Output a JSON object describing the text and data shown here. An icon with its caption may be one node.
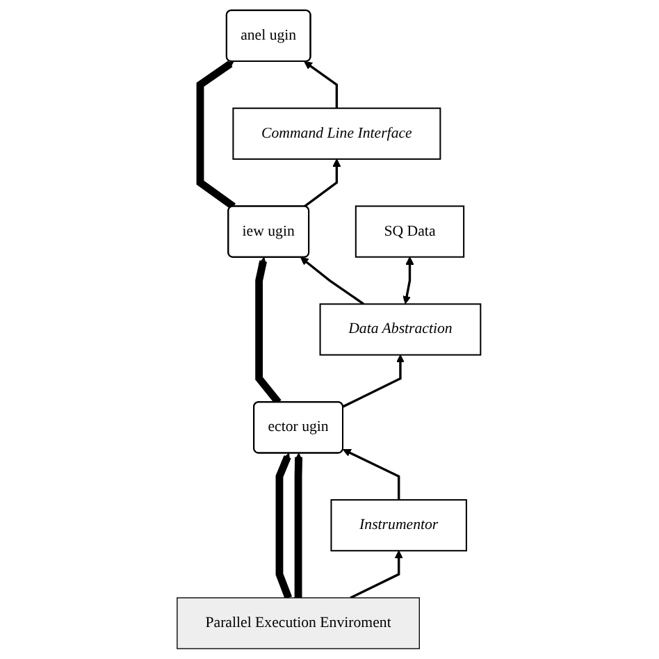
{
  "diagram": {
    "nodes": [
      {
        "text": [
          "anel ugin"
        ]
      },
      {
        "text": [
          "Command Line Interface"
        ]
      },
      {
        "text": [
          "iew ugin"
        ]
      },
      {
        "text": [
          "Data Abstraction"
        ]
      },
      {
        "text": [
          "SQ Data"
        ]
      },
      {
        "text": [
          "ector ugin"
        ]
      },
      {
        "text": [
          "Instrumentor"
        ]
      },
      {
        "text": [
          "Parallel Execution Enviroment"
        ]
      }
    ],
    "edges": [
      {
        "from": 6,
        "to": 5,
        "arrow": "to"
      },
      {
        "from": 5,
        "to": 3,
        "arrow": "to"
      },
      {
        "from": 3,
        "to": 2,
        "arrow": "to"
      },
      {
        "from": 2,
        "to": 1,
        "arrow": "to"
      },
      {
        "from": 1,
        "to": 0,
        "arrow": "to"
      },
      {
        "from": 3,
        "to": 4,
        "arrow": "both"
      },
      {
        "from": 7,
        "to": 6,
        "arrow": "to"
      },
      {
        "from": 5,
        "to": 2,
        "arrow": "to",
        "style": "thick"
      },
      {
        "from": 2,
        "to": 0,
        "arrow": "to",
        "style": "thick"
      },
      {
        "from": 7,
        "to": 5,
        "arrow": "to",
        "style": "thick"
      },
      {
        "from": 7,
        "to": 5,
        "arrow": "to",
        "style": "thick"
      }
    ]
  }
}
